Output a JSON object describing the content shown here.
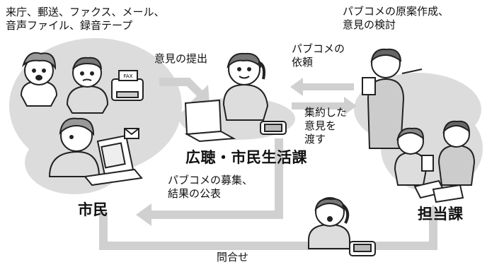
{
  "diagram": {
    "citizen_channels": [
      "来庁、郵送、ファクス、メール、",
      "音声ファイル、録音テープ"
    ],
    "fax_label": "FAX",
    "submit_opinion": "意見の提出",
    "pubcom_request": [
      "パブコメの",
      "依頼"
    ],
    "draft_review": [
      "パブコメの原案作成、",
      "意見の検討"
    ],
    "consolidated_opinion": [
      "集約した",
      "意見を",
      "渡す"
    ],
    "central_department": "広聴・市民生活課",
    "solicit_publish": [
      "パブコメの募集、",
      "結果の公表"
    ],
    "citizens": "市民",
    "responsible_department": "担当課",
    "inquiry": "問合せ"
  },
  "colors": {
    "blob": "#dcdcdc",
    "arrow": "#d0d0d0",
    "stroke": "#222222"
  },
  "icons": [
    "citizen-figure-icon",
    "fax-machine-icon",
    "laptop-icon",
    "phone-icon",
    "staff-figure-icon",
    "envelope-icon"
  ]
}
